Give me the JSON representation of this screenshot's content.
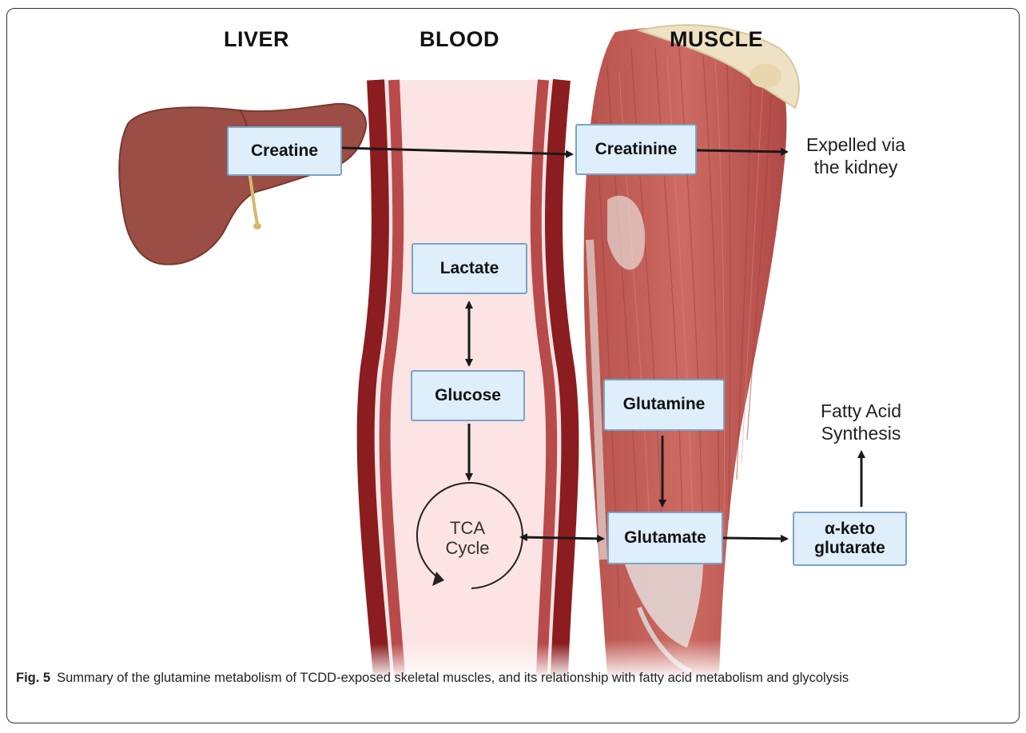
{
  "regions": {
    "liver": "LIVER",
    "blood": "BLOOD",
    "muscle": "MUSCLE"
  },
  "nodes": {
    "creatine": "Creatine",
    "creatinine": "Creatinine",
    "expelled": "Expelled via\nthe kidney",
    "lactate": "Lactate",
    "glucose": "Glucose",
    "tca": "TCA\nCycle",
    "glutamine": "Glutamine",
    "glutamate": "Glutamate",
    "aketo": "α-keto\nglutarate",
    "fatty": "Fatty Acid\nSynthesis"
  },
  "caption": {
    "label": "Fig. 5",
    "text": "Summary of the glutamine metabolism of TCDD-exposed skeletal muscles, and its relationship with fatty acid metabolism and glycolysis"
  },
  "colors": {
    "box_fill": "#deeefa",
    "box_border": "#7aa3c8",
    "vessel_outer": "#8b1c1f",
    "vessel_inner": "#b84a4c",
    "plasma": "#fde4e4",
    "liver": "#9a4e45",
    "muscle": "#c45a55",
    "arrow": "#1a1a1a"
  }
}
